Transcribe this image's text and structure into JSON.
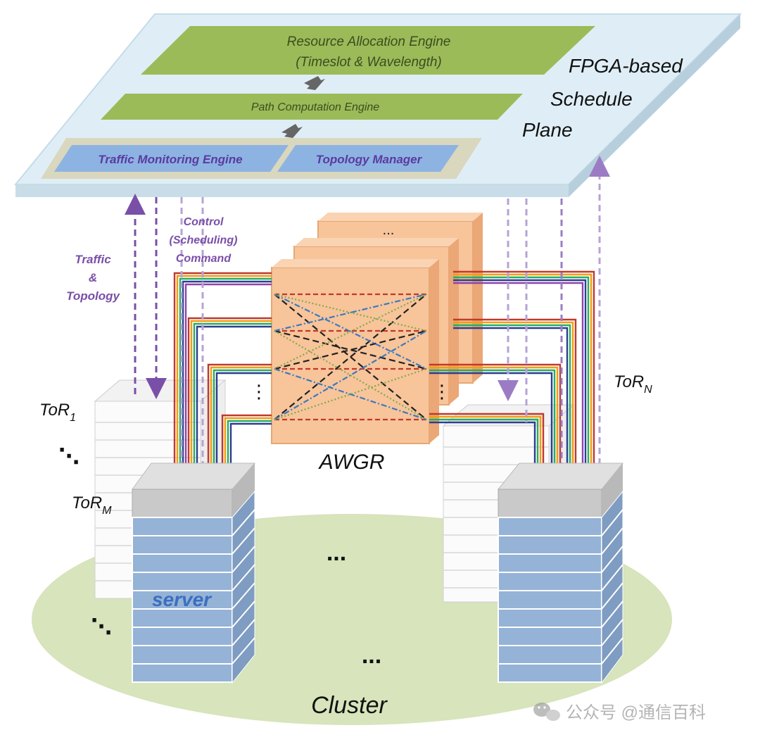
{
  "plane": {
    "title_line1": "FPGA-based",
    "title_line2": "Schedule",
    "title_line3": "Plane",
    "resource_engine_line1": "Resource  Allocation  Engine",
    "resource_engine_line2": "(Timeslot  &  Wavelength)",
    "path_engine": "Path Computation  Engine",
    "traffic_engine": "Traffic  Monitoring Engine",
    "topology_manager": "Topology Manager"
  },
  "signals": {
    "traffic_line1": "Traffic",
    "traffic_line2": "&",
    "traffic_line3": "Topology",
    "control_line1": "Control",
    "control_line2": "(Scheduling)",
    "control_line3": "Command"
  },
  "switch": {
    "label": "AWGR",
    "stack_ellipsis": "...",
    "port_ellipsis": "⋮"
  },
  "tor": {
    "tor1": "ToR",
    "tor1_sub": "1",
    "torm": "ToR",
    "torm_sub": "M",
    "torn": "ToR",
    "torn_sub": "N",
    "ellipsis_left": "⋱"
  },
  "cluster": {
    "label": "Cluster",
    "server_label": "server",
    "dots_1": "...",
    "dots_2": "...",
    "dots_3": "⋱"
  },
  "watermark": {
    "text": "公众号 @通信百科"
  },
  "colors": {
    "plane_fill": "#dfeef6",
    "engine_green": "#9bbb59",
    "engine_blue": "#8db3e2",
    "engine_text": "#3b4d1e",
    "blue_text": "#5b3aa0",
    "purple_arrow": "#7a4fa8",
    "awgr_fill": "#f8c49a",
    "awgr_border": "#e5a873",
    "server_blue": "#95b3d7",
    "server_top": "#c9c9c9",
    "ellipse_green": "#d7e4bc"
  }
}
